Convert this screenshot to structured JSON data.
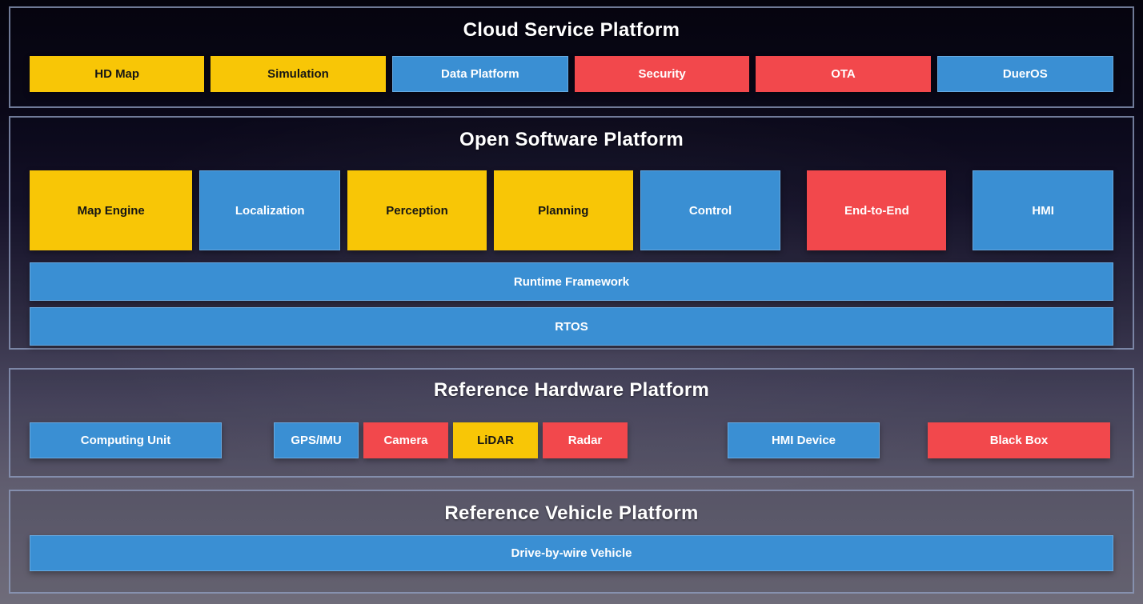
{
  "colors": {
    "yellow": "#F8C606",
    "blue": "#3A8FD3",
    "red": "#F2484C",
    "panel_border": "#93A1C4",
    "title_text": "#FFFFFF",
    "yellow_box_text": "#151515"
  },
  "panels": [
    {
      "title": "Cloud Service Platform",
      "boxes": [
        {
          "label": "HD Map",
          "color": "yellow"
        },
        {
          "label": "Simulation",
          "color": "yellow"
        },
        {
          "label": "Data Platform",
          "color": "blue"
        },
        {
          "label": "Security",
          "color": "red"
        },
        {
          "label": "OTA",
          "color": "red"
        },
        {
          "label": "DuerOS",
          "color": "blue"
        }
      ]
    },
    {
      "title": "Open Software Platform",
      "modules": [
        {
          "label": "Map Engine",
          "color": "yellow"
        },
        {
          "label": "Localization",
          "color": "blue"
        },
        {
          "label": "Perception",
          "color": "yellow"
        },
        {
          "label": "Planning",
          "color": "yellow"
        },
        {
          "label": "Control",
          "color": "blue"
        },
        {
          "label": "End-to-End",
          "color": "red"
        },
        {
          "label": "HMI",
          "color": "blue"
        }
      ],
      "bars": [
        {
          "label": "Runtime Framework",
          "color": "blue"
        },
        {
          "label": "RTOS",
          "color": "blue"
        }
      ]
    },
    {
      "title": "Reference Hardware Platform",
      "boxes": [
        {
          "label": "Computing Unit",
          "color": "blue"
        },
        {
          "label": "GPS/IMU",
          "color": "blue"
        },
        {
          "label": "Camera",
          "color": "red"
        },
        {
          "label": "LiDAR",
          "color": "yellow"
        },
        {
          "label": "Radar",
          "color": "red"
        },
        {
          "label": "HMI Device",
          "color": "blue"
        },
        {
          "label": "Black Box",
          "color": "red"
        }
      ]
    },
    {
      "title": "Reference Vehicle Platform",
      "bars": [
        {
          "label": "Drive-by-wire Vehicle",
          "color": "blue"
        }
      ]
    }
  ]
}
